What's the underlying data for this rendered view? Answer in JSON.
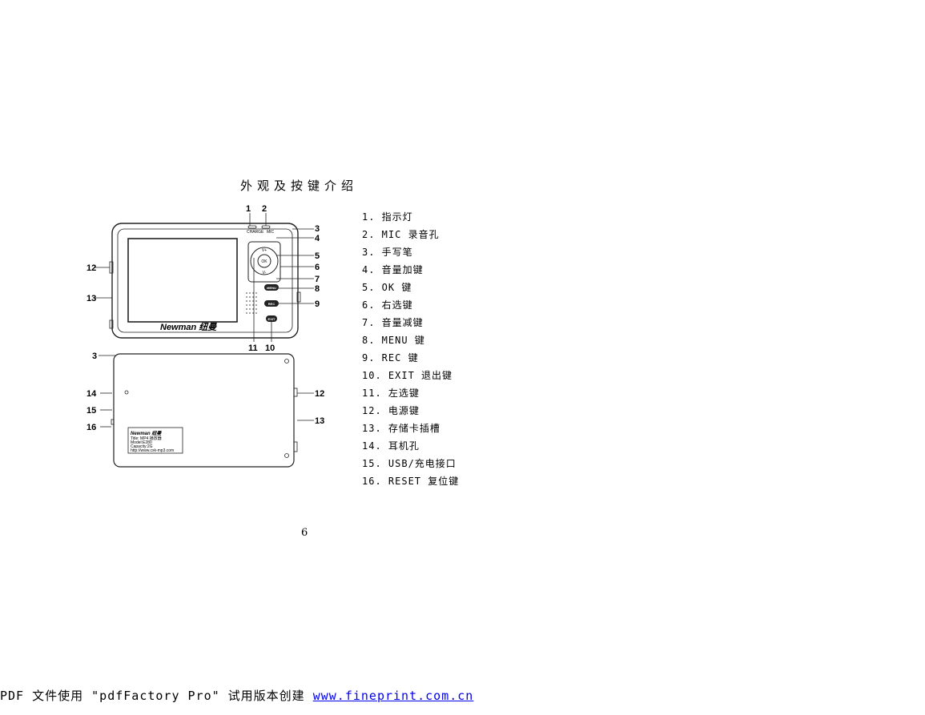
{
  "title": "外观及按键介绍",
  "callouts": [
    "1",
    "2",
    "3",
    "4",
    "5",
    "6",
    "7",
    "8",
    "9",
    "10",
    "11",
    "12",
    "13",
    "3",
    "14",
    "12",
    "15",
    "13",
    "16"
  ],
  "device": {
    "brand": "Newman 纽曼",
    "top_labels": [
      "CHARGE",
      "MIC"
    ],
    "dpad_center": "OK",
    "dpad_up": "V+",
    "dpad_down": "V-",
    "buttons": [
      "MENU",
      "REC",
      "EXIT"
    ],
    "back_label_lines": [
      "Newman 纽曼",
      "Title: MP4 播放器",
      "Model:E280",
      "Capacity:2G",
      "http://www.cxk-mp3.com"
    ]
  },
  "items": [
    "1. 指示灯",
    "2. MIC 录音孔",
    "3. 手写笔",
    "4. 音量加键",
    "5. OK 键",
    "6. 右选键",
    "7. 音量减键",
    "8. MENU 键",
    "9. REC 键",
    "10. EXIT 退出键",
    "11. 左选键",
    "12. 电源键",
    "13. 存储卡插槽",
    "14. 耳机孔",
    "15. USB/充电接口",
    "16. RESET 复位键"
  ],
  "page_number": "6",
  "footer": {
    "text": "PDF 文件使用 \"pdfFactory Pro\" 试用版本创建 ",
    "link": "www.fineprint.com.cn"
  }
}
